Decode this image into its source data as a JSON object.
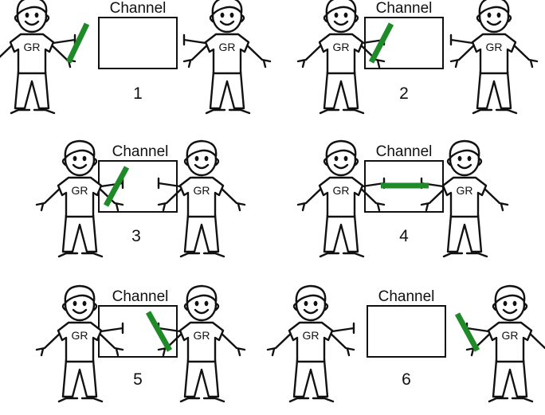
{
  "channel_label": "Channel",
  "person_label": "GR",
  "stick_color": "#1e8a28",
  "panels": [
    {
      "number": "1",
      "stick_state": "held-by-left-person"
    },
    {
      "number": "2",
      "stick_state": "left-person-inserts-into-channel"
    },
    {
      "number": "3",
      "stick_state": "left-person-pushes-through-channel"
    },
    {
      "number": "4",
      "stick_state": "both-people-hold-across-channel"
    },
    {
      "number": "5",
      "stick_state": "right-person-pulls-through-channel"
    },
    {
      "number": "6",
      "stick_state": "held-by-right-person"
    }
  ]
}
